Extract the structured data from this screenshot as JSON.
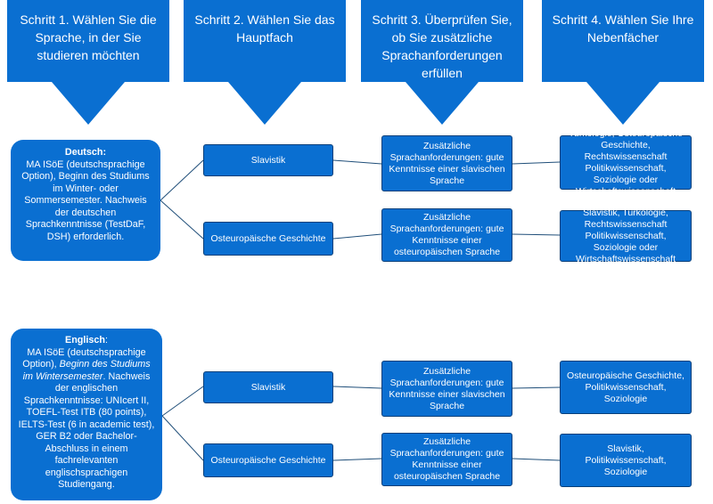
{
  "steps": [
    {
      "label": "Schritt 1. Wählen Sie die Sprache, in der Sie studieren möchten"
    },
    {
      "label": "Schritt 2. Wählen Sie das Hauptfach"
    },
    {
      "label": "Schritt 3. Überprüfen Sie, ob Sie zusätzliche Sprachanforderungen erfüllen"
    },
    {
      "label": "Schritt 4. Wählen Sie Ihre Nebenfächer"
    }
  ],
  "deutsch": {
    "title": "Deutsch",
    "title_suffix": ":",
    "body": "MA ISöE (deutschsprachige Option), Beginn des Studiums im Winter- oder Sommersemester. Nachweis der deutschen Sprachkenntnisse (TestDaF, DSH) erforderlich.",
    "majors": [
      {
        "name": "Slavistik",
        "requirement": "Zusätzliche Sprachanforderungen: gute Kenntnisse einer slavischen Sprache",
        "minors": "Turkologie, Osteuropäische Geschichte, Rechtswissenschaft Politikwissenschaft, Soziologie oder Wirtschaftswissenschaft"
      },
      {
        "name": "Osteuropäische Geschichte",
        "requirement": "Zusätzliche Sprachanforderungen: gute Kenntnisse einer osteuropäischen Sprache",
        "minors": "Slavistik, Turkologie, Rechtswissenschaft Politikwissenschaft, Soziologie oder Wirtschaftswissenschaft"
      }
    ]
  },
  "englisch": {
    "title": "Englisch",
    "title_suffix": ":",
    "body_1": "MA ISöE (deutschsprachige Option), ",
    "body_italic": "Beginn des Studiums im Wintersemester",
    "body_2": ". Nachweis der englischen Sprachkenntnisse: UNIcert II, TOEFL-Test ITB (80 points), IELTS-Test (6 in academic test), GER B2 oder Bachelor-Abschluss in einem fachrelevanten englischsprachigen Studiengang.",
    "majors": [
      {
        "name": "Slavistik",
        "requirement": "Zusätzliche Sprachanforderungen: gute Kenntnisse einer slavischen Sprache",
        "minors": "Osteuropäische Geschichte, Politikwissenschaft, Soziologie"
      },
      {
        "name": "Osteuropäische Geschichte",
        "requirement": "Zusätzliche Sprachanforderungen: gute Kenntnisse einer osteuropäischen Sprache",
        "minors": "Slavistik, Politikwissenschaft, Soziologie"
      }
    ]
  },
  "colors": {
    "box_fill": "#0a6fd1",
    "box_border": "#083f7a",
    "connector": "#1f4e79",
    "text": "#ffffff"
  }
}
